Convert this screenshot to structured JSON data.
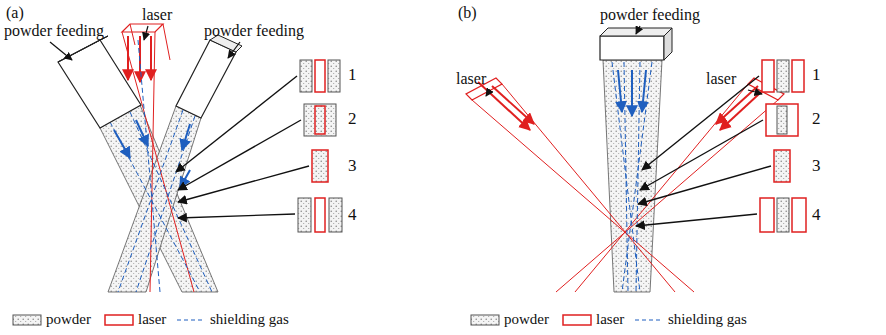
{
  "diagram": {
    "labels": [
      "(a)",
      "powder feeding",
      "laser",
      "powder feeding",
      "1",
      "2",
      "3",
      "4",
      "(b)",
      "powder feeding",
      "laser",
      "laser",
      "1",
      "2",
      "3",
      "4"
    ],
    "legend": [
      {
        "text": "powder"
      },
      {
        "text": "laser"
      },
      {
        "text": "shielding gas"
      },
      {
        "text": "powder"
      },
      {
        "text": "laser"
      },
      {
        "text": "shielding gas"
      }
    ]
  }
}
